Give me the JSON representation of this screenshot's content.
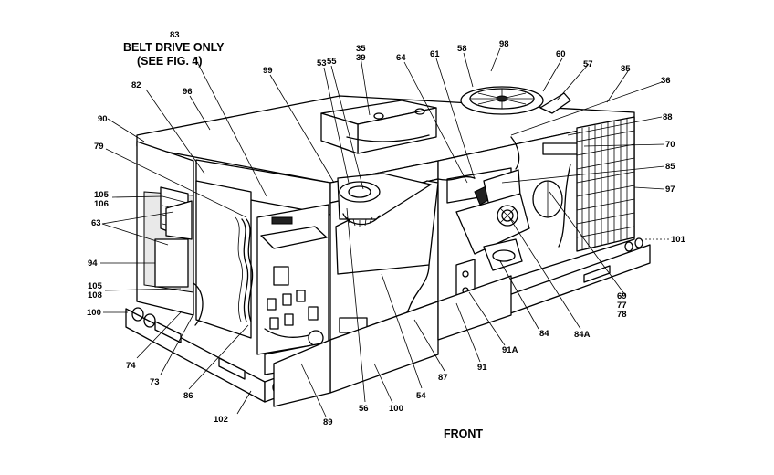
{
  "notes": {
    "belt_ref": "83",
    "belt_line1": "BELT DRIVE ONLY",
    "belt_line2": "(SEE FIG. 4)",
    "front": "FRONT"
  },
  "callouts": {
    "c82": "82",
    "c96": "96",
    "c99": "99",
    "c53": "53",
    "c55": "55",
    "c35_39": "35\n39",
    "c64": "64",
    "c61": "61",
    "c58": "58",
    "c98": "98",
    "c60": "60",
    "c57": "57",
    "c85_top": "85",
    "c36": "36",
    "c88": "88",
    "c70": "70",
    "c85_right": "85",
    "c97": "97",
    "c101": "101",
    "c90": "90",
    "c79": "79",
    "c105_106_a": "105\n106",
    "c63": "63",
    "c94": "94",
    "c105_108": "105\n108",
    "c100_left": "100",
    "c69_77_78": "69\n77\n78",
    "c84": "84",
    "c84a": "84A",
    "c74": "74",
    "c73": "73",
    "c86": "86",
    "c91a": "91A",
    "c91": "91",
    "c87": "87",
    "c54": "54",
    "c102": "102",
    "c89": "89",
    "c56": "56",
    "c100_bottom": "100"
  },
  "colors": {
    "line": "#000000",
    "background": "#ffffff",
    "shade": "#e9e9e9"
  }
}
